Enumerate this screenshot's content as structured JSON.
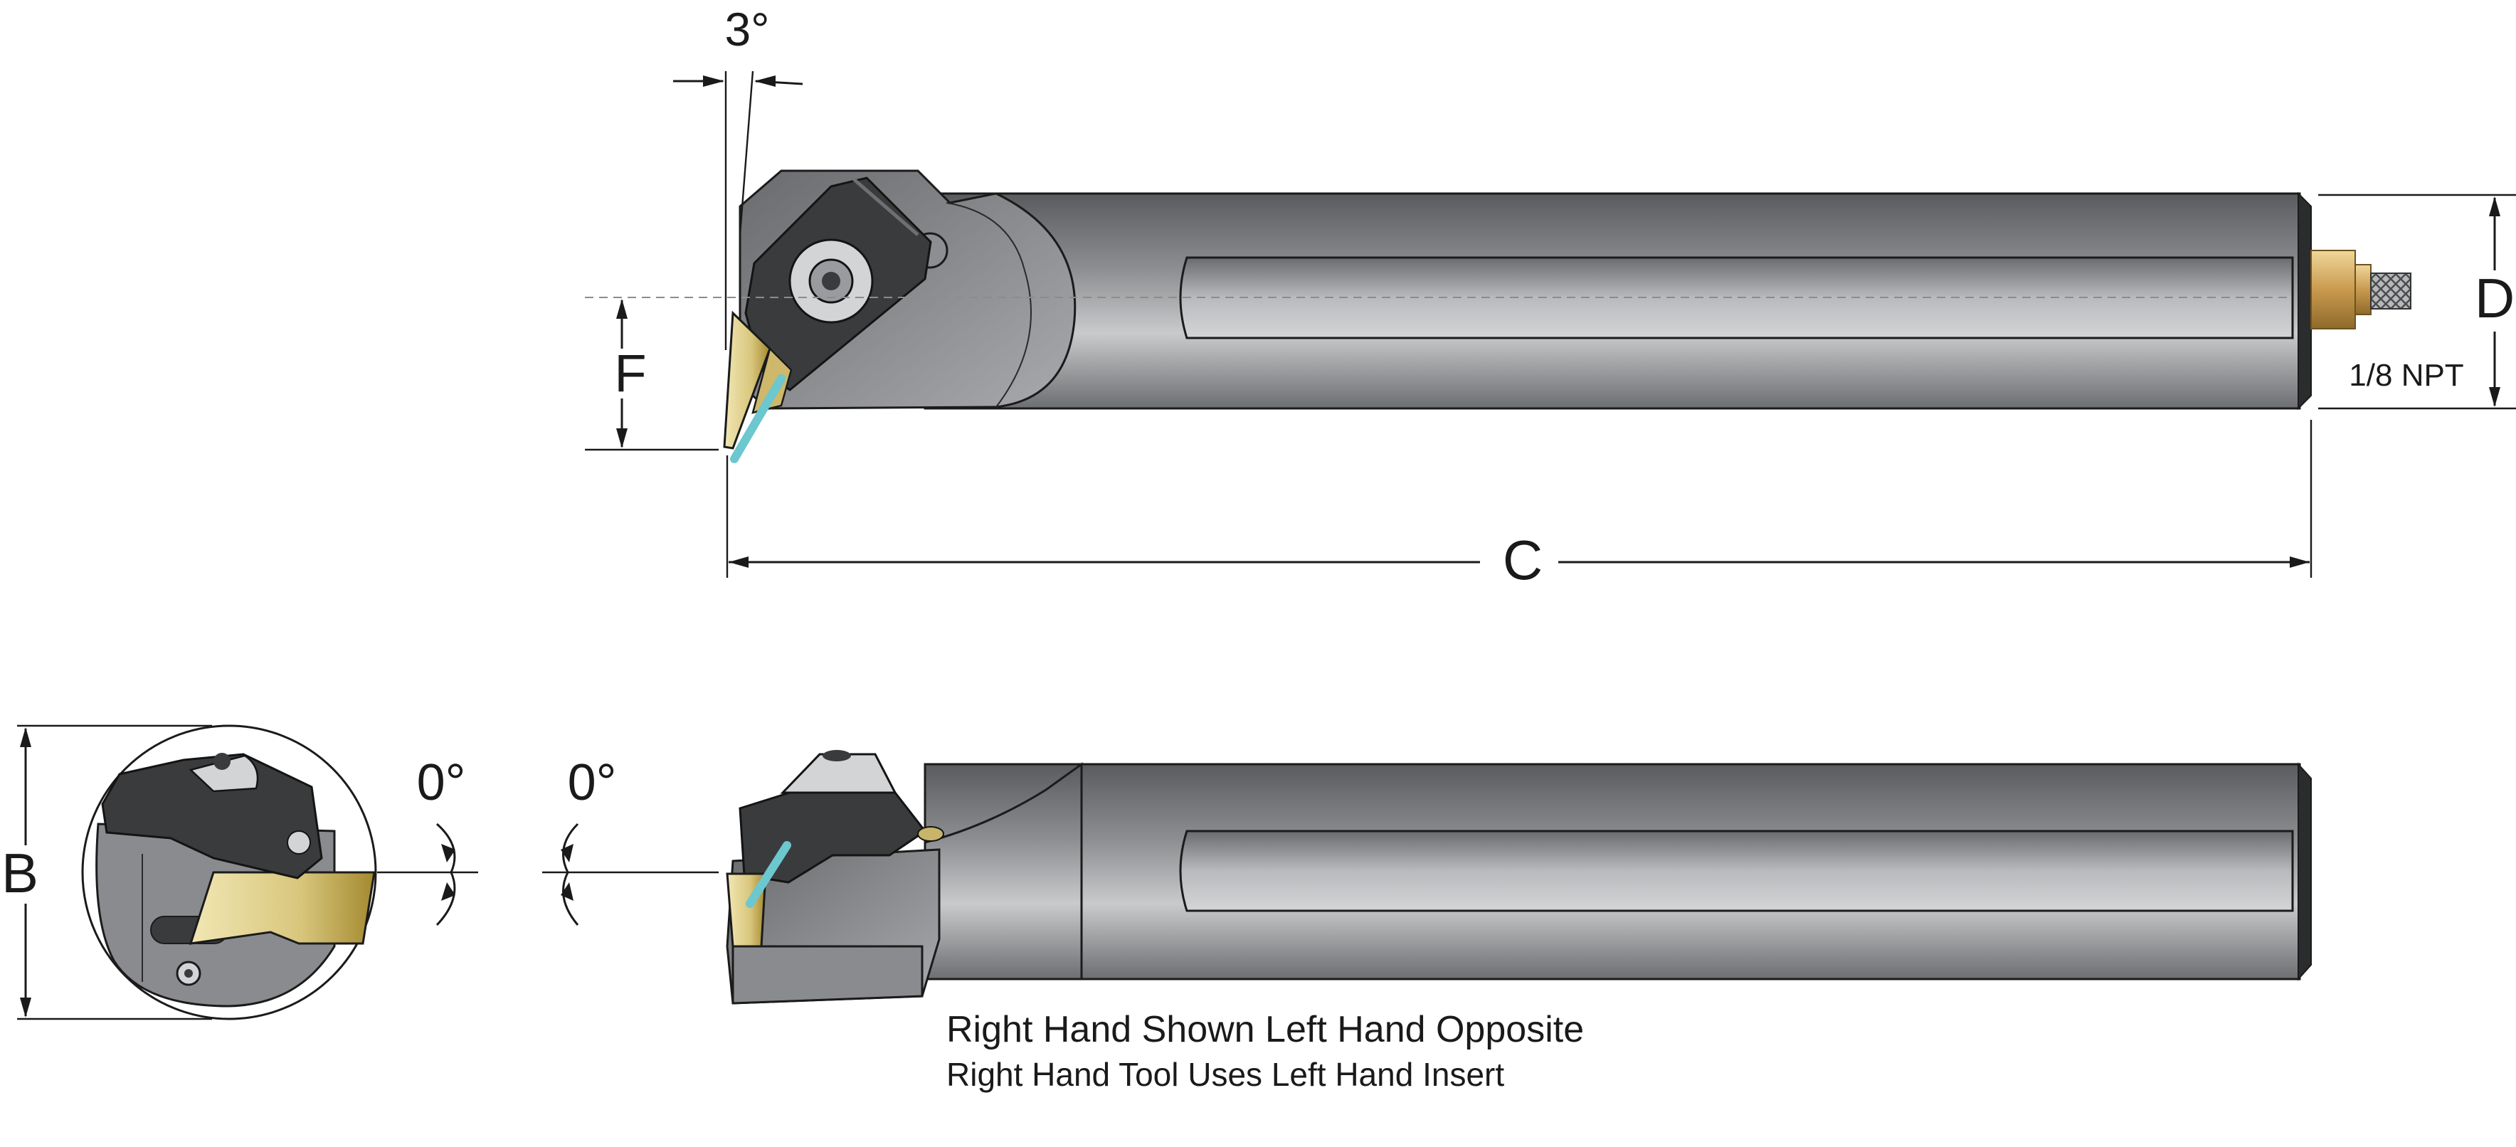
{
  "labels": {
    "angle_top": "3°",
    "dim_f": "F",
    "dim_c": "C",
    "dim_d": "D",
    "npt": "1/8  NPT",
    "dim_b": "B",
    "angle_left": "0°",
    "angle_right": "0°"
  },
  "notes": {
    "line1": "Right Hand Shown Left Hand Opposite",
    "line2": "Right Hand Tool Uses Left Hand Insert"
  },
  "colors": {
    "body_dark": "#4f5053",
    "body_light": "#c9cacc",
    "clamp": "#3a3b3d",
    "insert_gold": "#c8b56a",
    "coolant": "#6cc7cf",
    "fitting": "#c9a25a"
  }
}
